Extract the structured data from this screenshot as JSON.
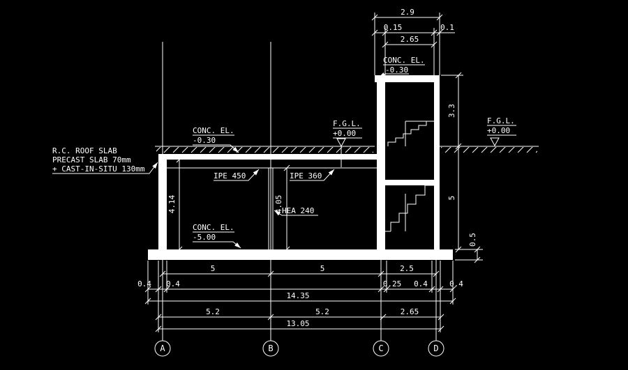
{
  "canvas": {
    "bg": "#000000",
    "fg": "#ffffff"
  },
  "notes": {
    "roof_slab": [
      "R.C. ROOF SLAB",
      "PRECAST SLAB 70mm",
      "+ CAST-IN-SITU 130mm"
    ],
    "conc_el_roof": [
      "CONC. EL.",
      "-0.30"
    ],
    "conc_el_tower": [
      "CONC. EL.",
      "-0.30"
    ],
    "conc_el_base": [
      "CONC. EL.",
      "-5.00"
    ],
    "fgl_left": [
      "F.G.L.",
      "+0.00"
    ],
    "fgl_right": [
      "F.G.L.",
      "+0.00"
    ],
    "beam_left": "IPE 450",
    "beam_right": "IPE 360",
    "column": "HEA 240"
  },
  "dims": {
    "top_total": "2.9",
    "top_left": "0.15",
    "top_mid": "2.65",
    "top_right": "0.1",
    "right_upper": "3.3",
    "right_lower": "5",
    "right_found": "0.5",
    "int_left": "4.14",
    "int_mid": "4.05",
    "row1": [
      "5",
      "5",
      "2.5"
    ],
    "row2": [
      "0.4",
      "0.4",
      "0.25",
      "0.4",
      "0.4"
    ],
    "row3": "14.35",
    "row4": [
      "5.2",
      "5.2",
      "2.65"
    ],
    "row5": "13.05"
  },
  "grid": [
    "A",
    "B",
    "C",
    "D"
  ]
}
